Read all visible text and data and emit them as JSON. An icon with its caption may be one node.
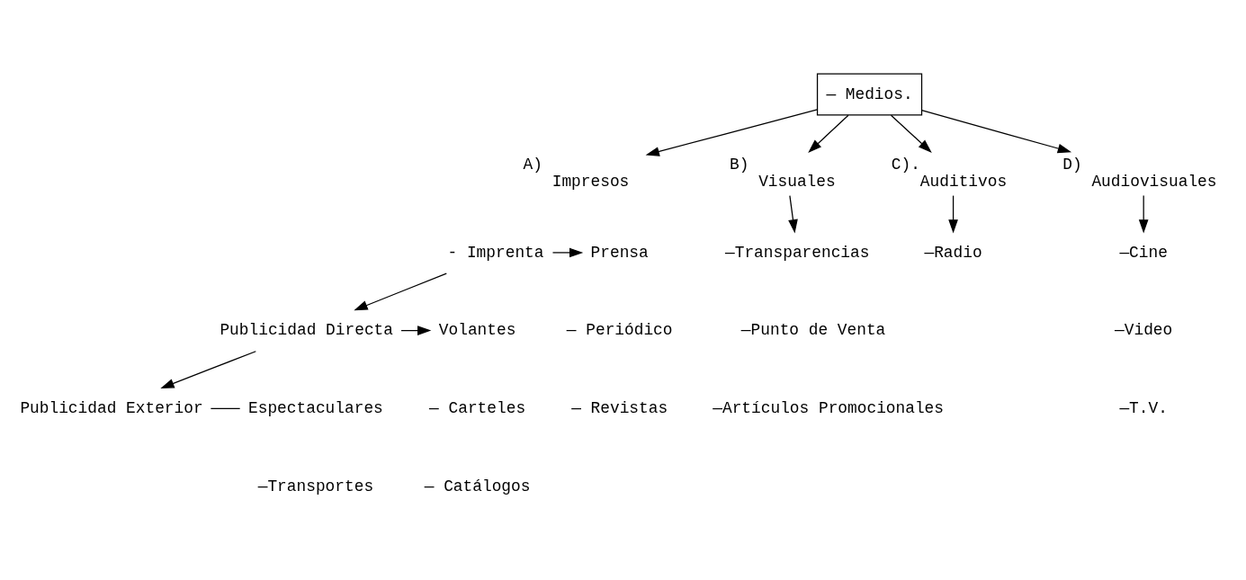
{
  "diagram": {
    "nodes": [
      {
        "text": [
          "— Medios."
        ]
      },
      {
        "text": [
          "Impresos"
        ],
        "beside": [
          "A)"
        ]
      },
      {
        "text": [
          "- Imprenta"
        ]
      },
      {
        "text": [
          "Prensa"
        ]
      },
      {
        "text": [
          "Publicidad Directa"
        ]
      },
      {
        "text": [
          "Volantes"
        ]
      },
      {
        "text": [
          "Publicidad Exterior"
        ]
      },
      {
        "text": [
          "Espectaculares"
        ]
      },
      {
        "text": [
          "Visuales"
        ],
        "beside": [
          "B)"
        ]
      },
      {
        "text": [
          "—Transparencias"
        ]
      },
      {
        "text": [
          "Auditivos"
        ],
        "beside": [
          "C)."
        ]
      },
      {
        "text": [
          "—Radio"
        ]
      },
      {
        "text": [
          "Audiovisuales"
        ],
        "beside": [
          "D)"
        ]
      },
      {
        "text": [
          "—Cine"
        ]
      }
    ],
    "edges": [
      {
        "from": 0,
        "to": 1,
        "arrow": "to"
      },
      {
        "from": 0,
        "to": 8,
        "arrow": "to"
      },
      {
        "from": 0,
        "to": 10,
        "arrow": "to"
      },
      {
        "from": 0,
        "to": 12,
        "arrow": "to"
      },
      {
        "from": 2,
        "to": 3,
        "arrow": "to"
      },
      {
        "from": 2,
        "to": 4,
        "arrow": "to"
      },
      {
        "from": 4,
        "to": 5,
        "arrow": "to"
      },
      {
        "from": 4,
        "to": 6,
        "arrow": "to"
      },
      {
        "from": 6,
        "to": 7,
        "arrow": "none"
      },
      {
        "from": 8,
        "to": 9,
        "arrow": "to"
      },
      {
        "from": 10,
        "to": 11,
        "arrow": "to"
      },
      {
        "from": 12,
        "to": 13,
        "arrow": "to"
      }
    ],
    "labels": [
      "— Periódico",
      "— Revistas",
      "— Carteles",
      "— Catálogos",
      "—Punto de Venta",
      "—Artículos Promocionales",
      "—Video",
      "—T.V.",
      "—Transportes"
    ]
  }
}
